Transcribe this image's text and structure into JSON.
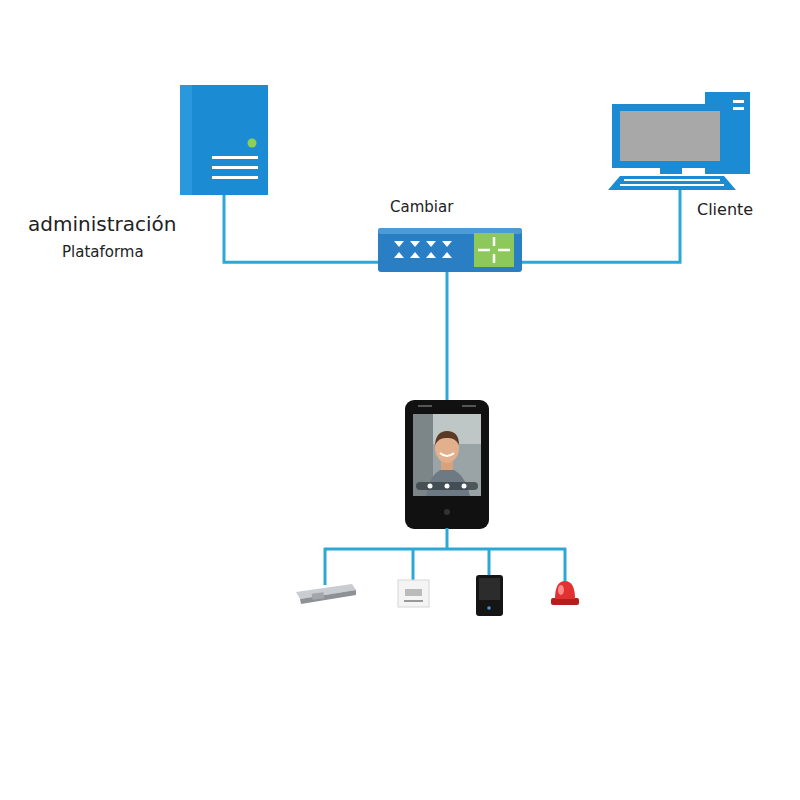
{
  "diagram": {
    "nodes": [
      {
        "text": [
          "administración",
          "Plataforma"
        ]
      },
      {
        "text": [
          "Cambiar"
        ]
      },
      {
        "text": [
          "Cliente"
        ]
      }
    ],
    "edges": [
      {
        "from": 0,
        "to": 1,
        "arrow": "none"
      },
      {
        "from": 1,
        "to": 2,
        "arrow": "none"
      }
    ]
  }
}
